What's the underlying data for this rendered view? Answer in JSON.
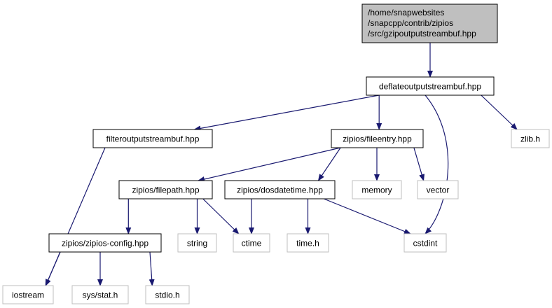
{
  "colors": {
    "edge": "#191970",
    "root_fill": "#bfbfbf",
    "node_border": "#000000",
    "external_border": "#bfbfbf",
    "text": "#000000",
    "background": "#ffffff"
  },
  "nodes": {
    "root": {
      "lines": [
        "/home/snapwebsites",
        "/snapcpp/contrib/zipios",
        "/src/gzipoutputstreambuf.hpp"
      ],
      "kind": "root"
    },
    "deflate": {
      "lines": [
        "deflateoutputstreambuf.hpp"
      ],
      "kind": "internal"
    },
    "filterout": {
      "lines": [
        "filteroutputstreambuf.hpp"
      ],
      "kind": "internal"
    },
    "fileentry": {
      "lines": [
        "zipios/fileentry.hpp"
      ],
      "kind": "internal"
    },
    "zlib": {
      "lines": [
        "zlib.h"
      ],
      "kind": "external"
    },
    "filepath": {
      "lines": [
        "zipios/filepath.hpp"
      ],
      "kind": "internal"
    },
    "dosdatetime": {
      "lines": [
        "zipios/dosdatetime.hpp"
      ],
      "kind": "internal"
    },
    "memory": {
      "lines": [
        "memory"
      ],
      "kind": "external"
    },
    "vector": {
      "lines": [
        "vector"
      ],
      "kind": "external"
    },
    "config": {
      "lines": [
        "zipios/zipios-config.hpp"
      ],
      "kind": "internal"
    },
    "string": {
      "lines": [
        "string"
      ],
      "kind": "external"
    },
    "ctime": {
      "lines": [
        "ctime"
      ],
      "kind": "external"
    },
    "timeh": {
      "lines": [
        "time.h"
      ],
      "kind": "external"
    },
    "cstdint": {
      "lines": [
        "cstdint"
      ],
      "kind": "external"
    },
    "iostream": {
      "lines": [
        "iostream"
      ],
      "kind": "external"
    },
    "sysstat": {
      "lines": [
        "sys/stat.h"
      ],
      "kind": "external"
    },
    "stdio": {
      "lines": [
        "stdio.h"
      ],
      "kind": "external"
    }
  },
  "edges": [
    {
      "from": "root",
      "to": "deflate"
    },
    {
      "from": "deflate",
      "to": "filterout"
    },
    {
      "from": "deflate",
      "to": "fileentry"
    },
    {
      "from": "deflate",
      "to": "zlib"
    },
    {
      "from": "deflate",
      "to": "cstdint"
    },
    {
      "from": "filterout",
      "to": "iostream"
    },
    {
      "from": "fileentry",
      "to": "filepath"
    },
    {
      "from": "fileentry",
      "to": "dosdatetime"
    },
    {
      "from": "fileentry",
      "to": "memory"
    },
    {
      "from": "fileentry",
      "to": "vector"
    },
    {
      "from": "filepath",
      "to": "config"
    },
    {
      "from": "filepath",
      "to": "string"
    },
    {
      "from": "filepath",
      "to": "ctime"
    },
    {
      "from": "dosdatetime",
      "to": "ctime"
    },
    {
      "from": "dosdatetime",
      "to": "timeh"
    },
    {
      "from": "dosdatetime",
      "to": "cstdint"
    },
    {
      "from": "config",
      "to": "iostream"
    },
    {
      "from": "config",
      "to": "sysstat"
    },
    {
      "from": "config",
      "to": "stdio"
    }
  ]
}
